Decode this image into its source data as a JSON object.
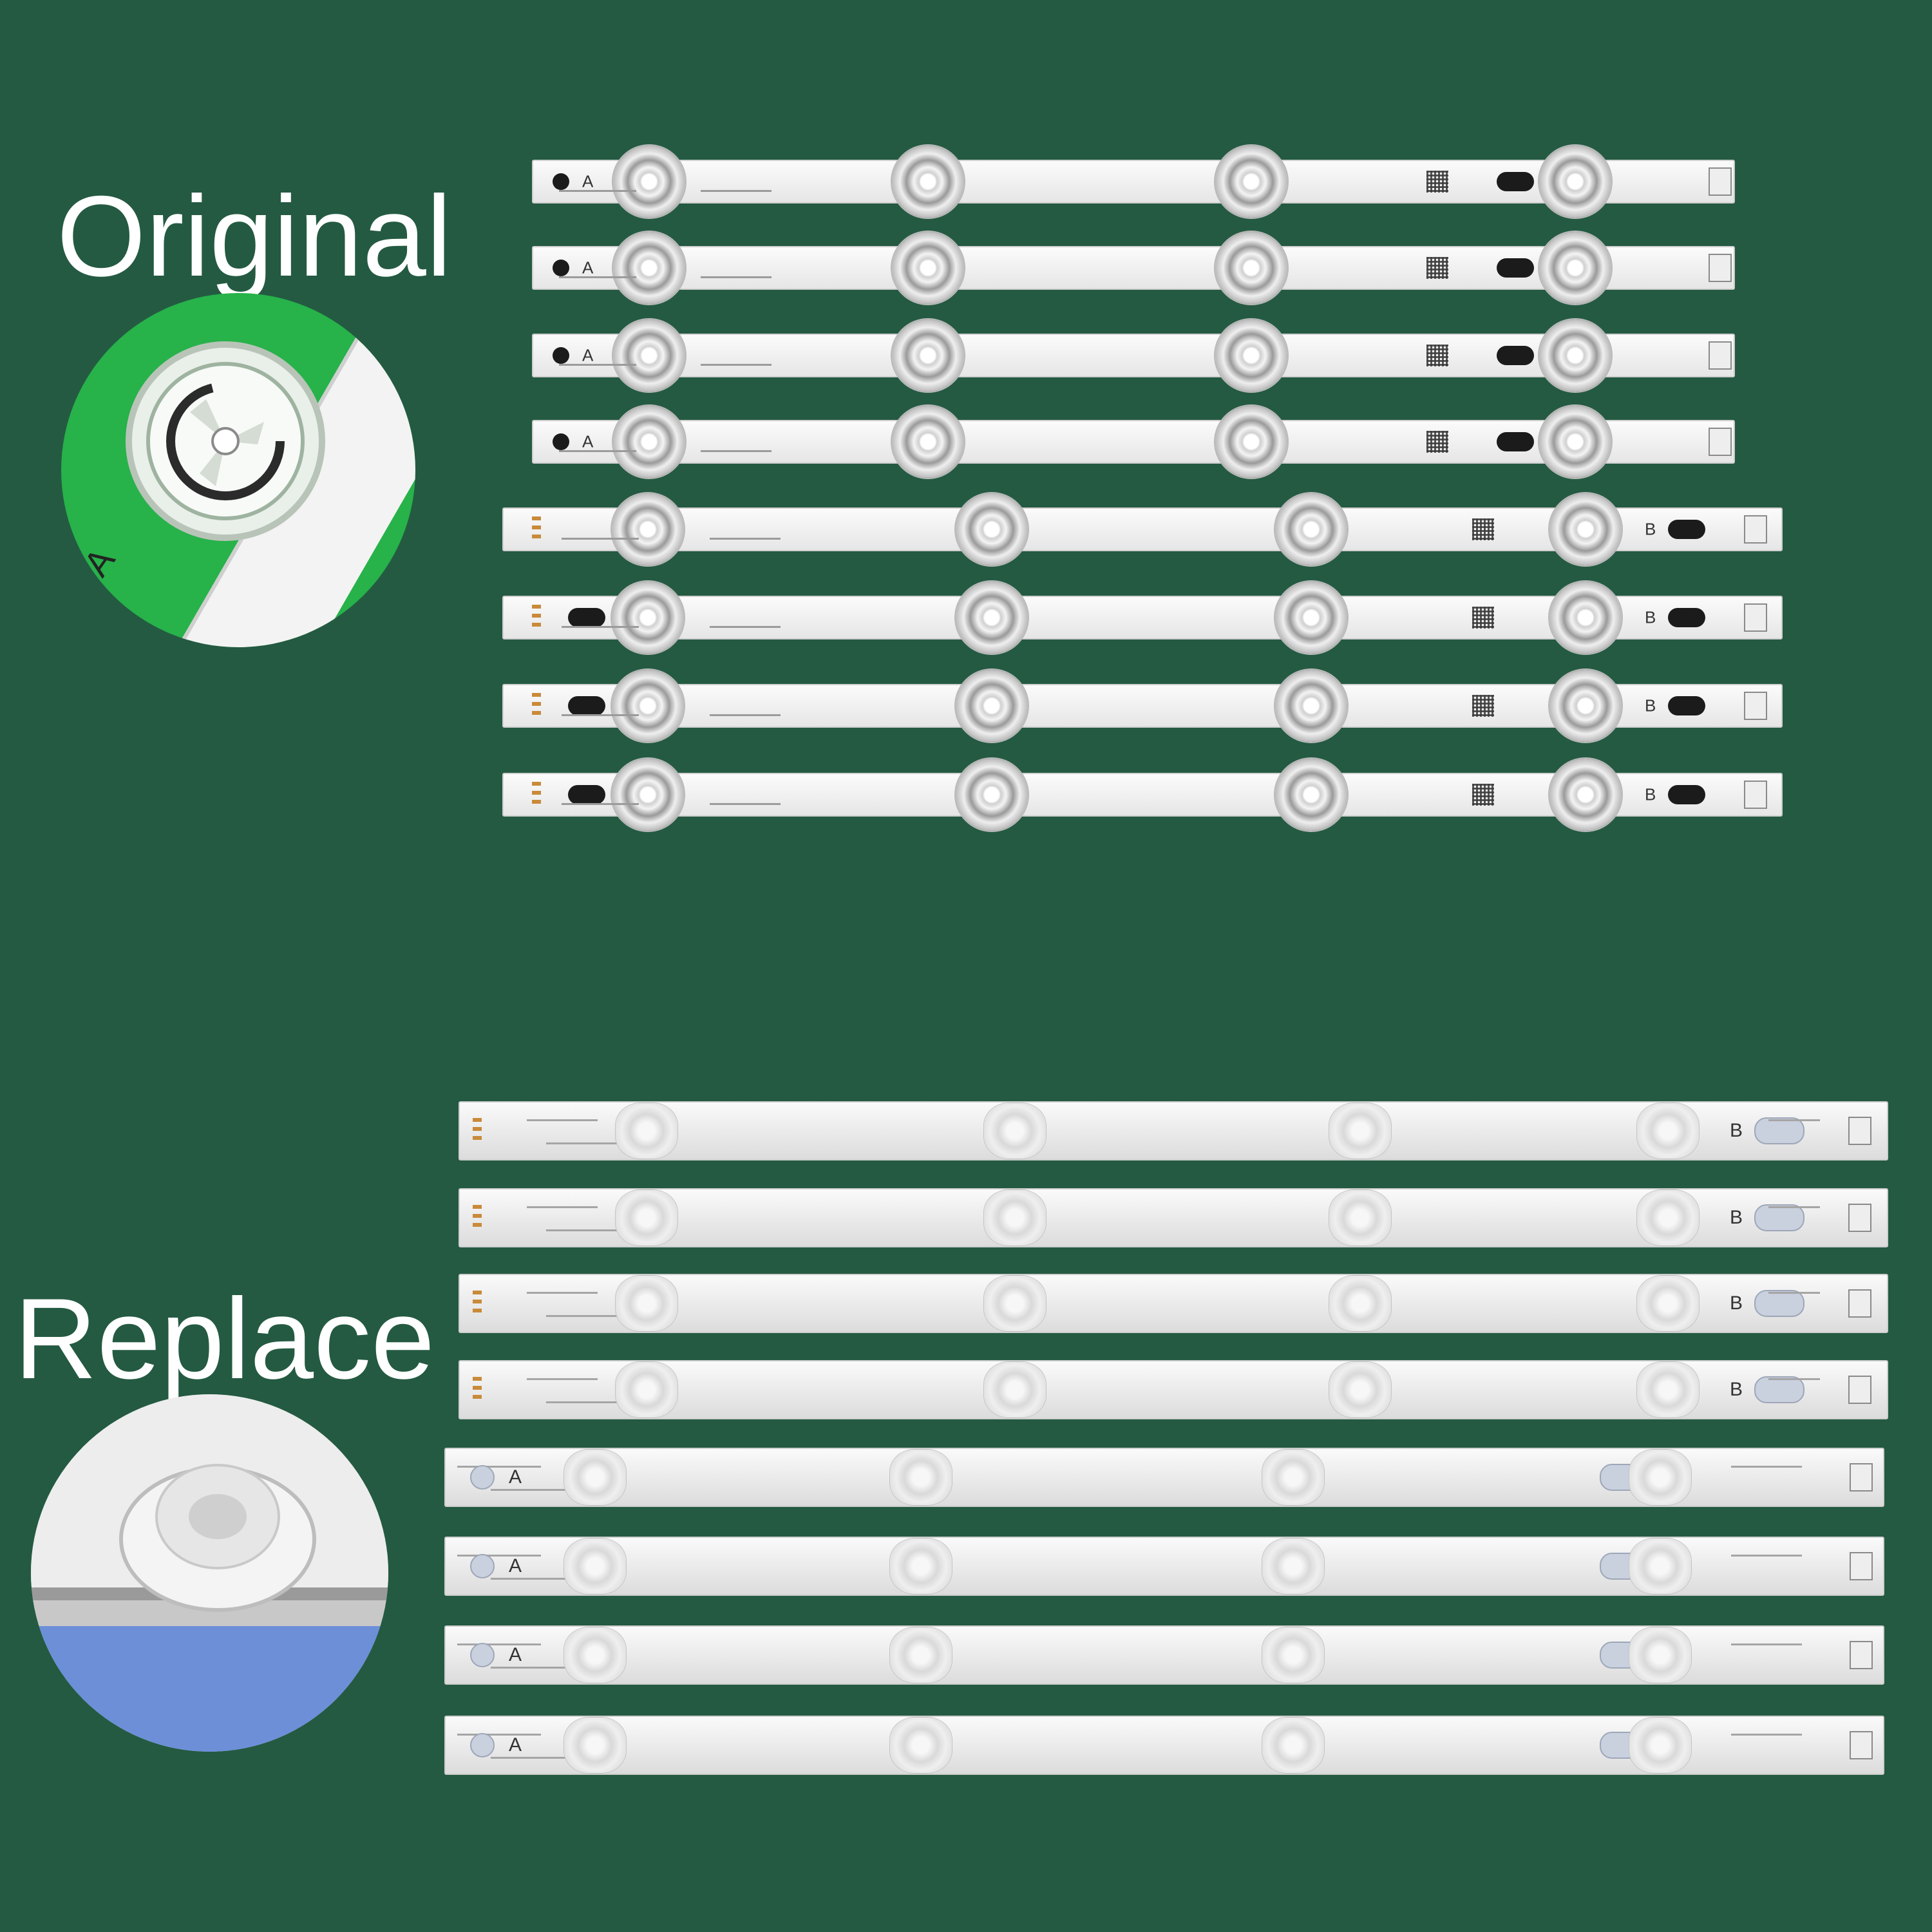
{
  "labels": {
    "original": "Original",
    "replace": "Replace"
  },
  "zoom_original": {
    "marking_letter": "A"
  },
  "colors": {
    "background": "#245a42",
    "label_text": "#ffffff",
    "strip": "#f4f4f4",
    "zoom_original_backdrop": "#27b24a",
    "zoom_replace_backdrop": "#6d8fd8"
  },
  "original_strips": [
    {
      "letter": "A"
    },
    {
      "letter": "A"
    },
    {
      "letter": "A"
    },
    {
      "letter": "A"
    },
    {
      "letter": "B"
    },
    {
      "letter": "B"
    },
    {
      "letter": "B"
    },
    {
      "letter": "B"
    }
  ],
  "replace_strips": [
    {
      "letter": "B"
    },
    {
      "letter": "B"
    },
    {
      "letter": "B"
    },
    {
      "letter": "B"
    },
    {
      "letter": "A"
    },
    {
      "letter": "A"
    },
    {
      "letter": "A"
    },
    {
      "letter": "A"
    }
  ]
}
